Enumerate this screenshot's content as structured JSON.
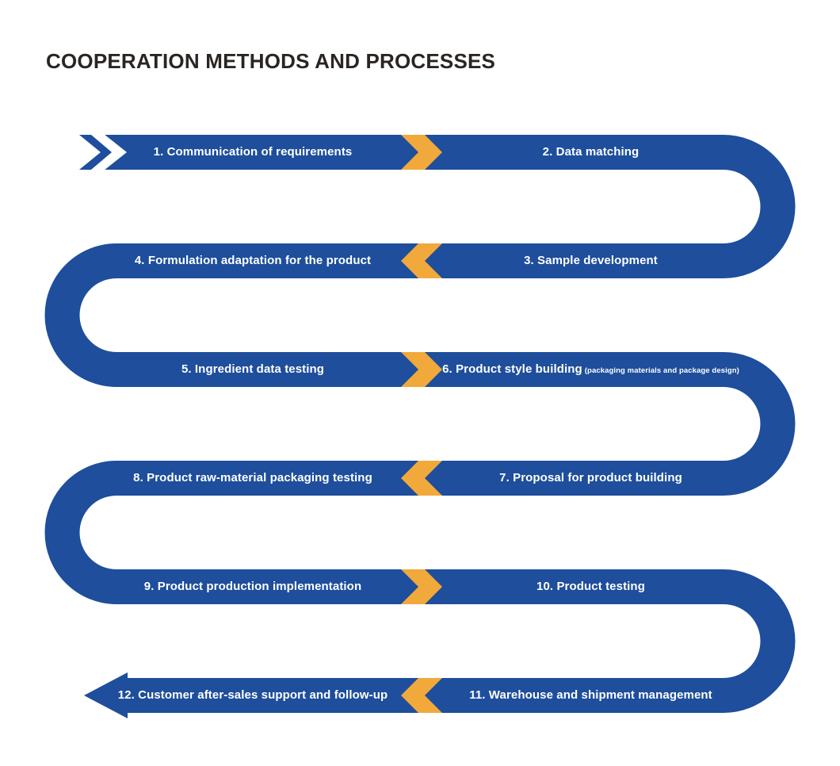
{
  "title": "COOPERATION METHODS AND PROCESSES",
  "colors": {
    "band_blue": "#1E4E9C",
    "chevron_yellow": "#F1A93B",
    "title_text": "#2A2522",
    "label_text": "#FFFFFF"
  },
  "steps": [
    {
      "label": "1. Communication of requirements",
      "row": 1,
      "side": "left"
    },
    {
      "label": "2. Data matching",
      "row": 1,
      "side": "right"
    },
    {
      "label": "3. Sample development",
      "row": 2,
      "side": "right"
    },
    {
      "label": "4. Formulation adaptation for the product",
      "row": 2,
      "side": "left"
    },
    {
      "label": "5. Ingredient data testing",
      "row": 3,
      "side": "left"
    },
    {
      "label": "6. Product style building",
      "sublabel": "(packaging materials and package design)",
      "row": 3,
      "side": "right"
    },
    {
      "label": "7. Proposal for product building",
      "row": 4,
      "side": "right"
    },
    {
      "label": "8. Product raw-material packaging testing",
      "row": 4,
      "side": "left"
    },
    {
      "label": "9. Product production implementation",
      "row": 5,
      "side": "left"
    },
    {
      "label": "10. Product testing",
      "row": 5,
      "side": "right"
    },
    {
      "label": "11. Warehouse and shipment management",
      "row": 6,
      "side": "right"
    },
    {
      "label": "12. Customer after-sales support and follow-up",
      "row": 6,
      "side": "left"
    }
  ],
  "row_chevron_directions": [
    "right",
    "left",
    "right",
    "left",
    "right",
    "left"
  ]
}
